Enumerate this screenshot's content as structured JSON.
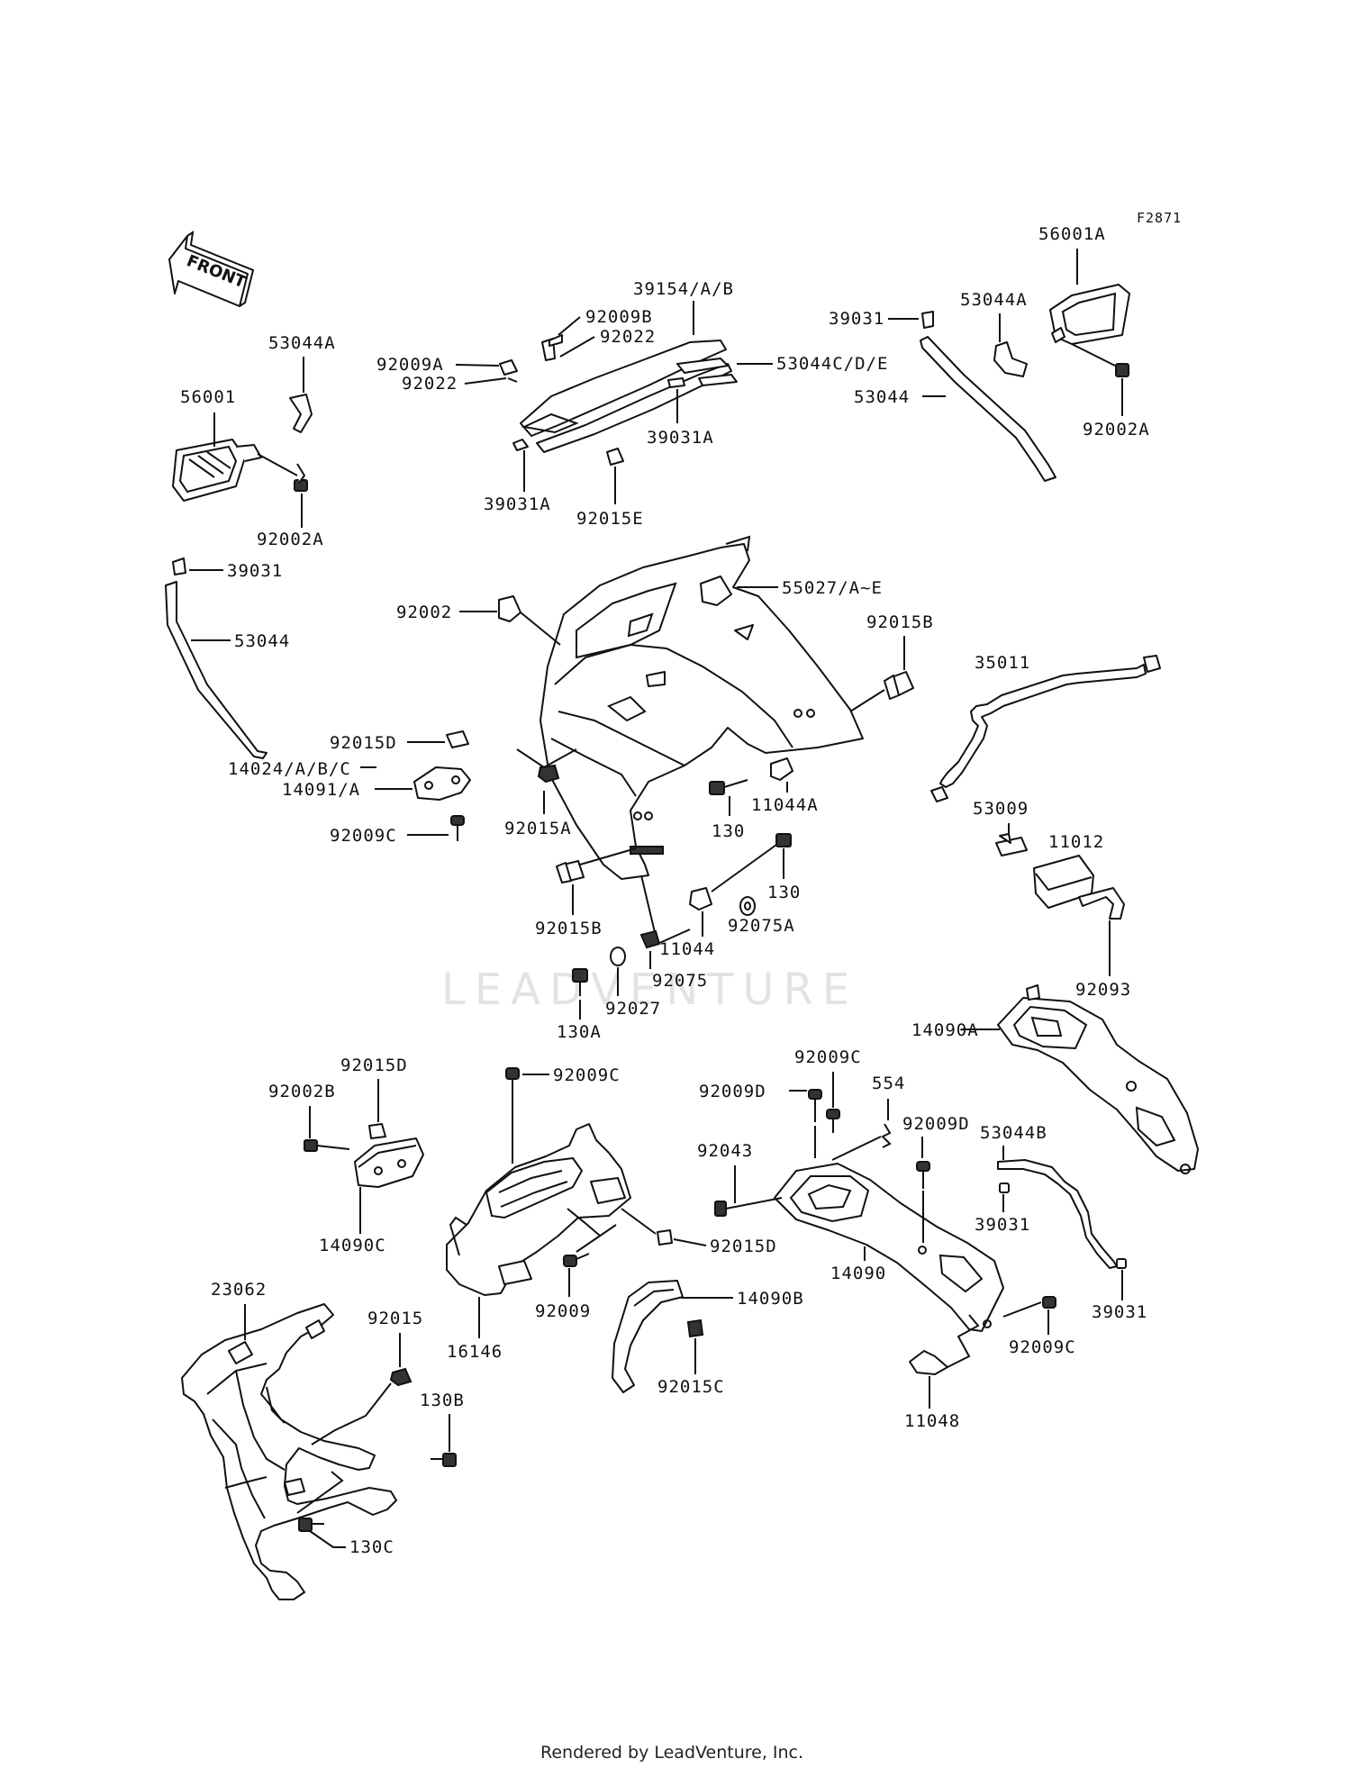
{
  "figure_code": "F2871",
  "front_label": "FRONT",
  "watermark": "LEADVENTURE",
  "footer": "Rendered by LeadVenture, Inc.",
  "labels": {
    "p56001A": "56001A",
    "p53044A_r": "53044A",
    "p39031_r": "39031",
    "p53044_r": "53044",
    "p92002A_r": "92002A",
    "p39154": "39154/A/B",
    "p92009B": "92009B",
    "p92022_a": "92022",
    "p92009A": "92009A",
    "p92022_b": "92022",
    "p53044CDE": "53044C/D/E",
    "p39031A_a": "39031A",
    "p39031A_b": "39031A",
    "p92015E": "92015E",
    "p53044A_l": "53044A",
    "p56001": "56001",
    "p92002A_l": "92002A",
    "p39031_l": "39031",
    "p53044_l": "53044",
    "p14024": "14024/A/B/C",
    "p14091": "14091/A",
    "p92002": "92002",
    "p55027": "55027/A~E",
    "p92015B_a": "92015B",
    "p35011": "35011",
    "p92015D_a": "92015D",
    "p92009C_a": "92009C",
    "p92015A": "92015A",
    "p130_a": "130",
    "p11044A": "11044A",
    "p53009": "53009",
    "p11012": "11012",
    "p92015B_b": "92015B",
    "p130_b": "130",
    "p92075A": "92075A",
    "p11044": "11044",
    "p92075": "92075",
    "p92027": "92027",
    "p130A": "130A",
    "p92093": "92093",
    "p14090A": "14090A",
    "p92015D_b": "92015D",
    "p92002B": "92002B",
    "p14090C": "14090C",
    "p92009C_b": "92009C",
    "p92015D_c": "92015D",
    "p92009": "92009",
    "p16146": "16146",
    "p92009C_c": "92009C",
    "p92009D_a": "92009D",
    "p554": "554",
    "p92009D_b": "92009D",
    "p92043": "92043",
    "p53044B": "53044B",
    "p39031_c": "39031",
    "p39031_d": "39031",
    "p14090": "14090",
    "p14090B": "14090B",
    "p92015C": "92015C",
    "p92009C_d": "92009C",
    "p11048": "11048",
    "p23062": "23062",
    "p92015": "92015",
    "p130B": "130B",
    "p130C": "130C"
  }
}
